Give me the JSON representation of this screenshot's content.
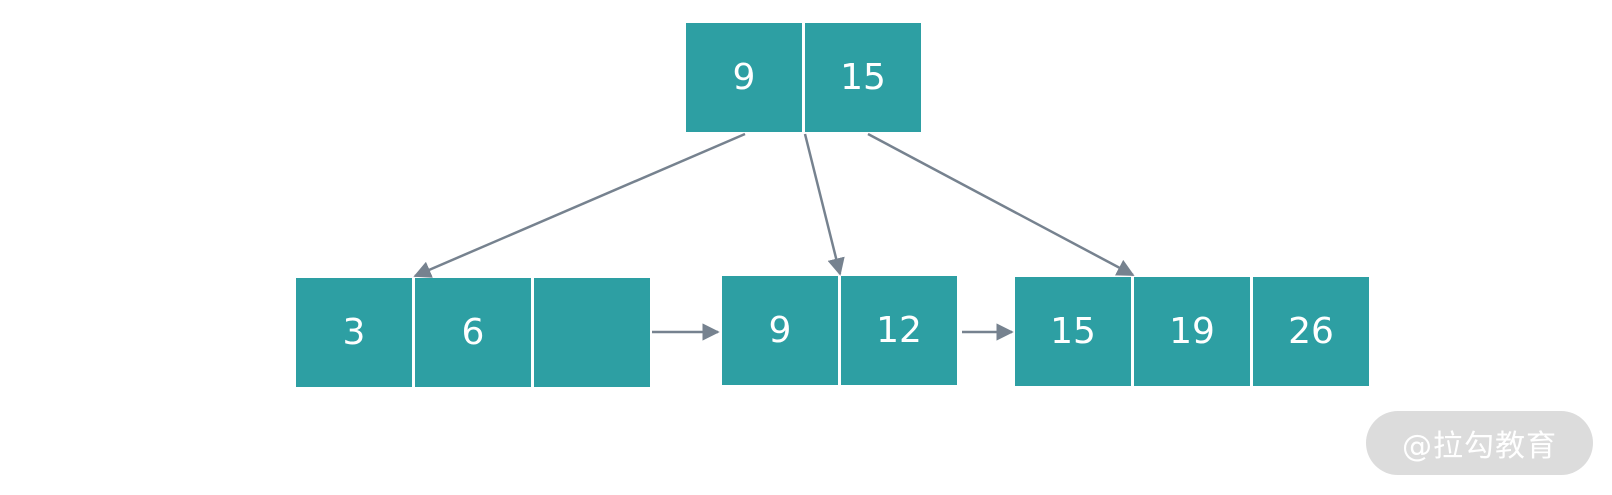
{
  "tree": {
    "root": {
      "keys": [
        "9",
        "15"
      ]
    },
    "leaves": [
      {
        "keys": [
          "3",
          "6",
          ""
        ]
      },
      {
        "keys": [
          "9",
          "12"
        ]
      },
      {
        "keys": [
          "15",
          "19",
          "26"
        ]
      }
    ]
  },
  "colors": {
    "node_fill": "#2d9fa3",
    "key_text": "#ffffff",
    "edge": "#76828f",
    "watermark_bg": "#dcdcdc"
  },
  "watermark": {
    "text": "@拉勾教育"
  }
}
